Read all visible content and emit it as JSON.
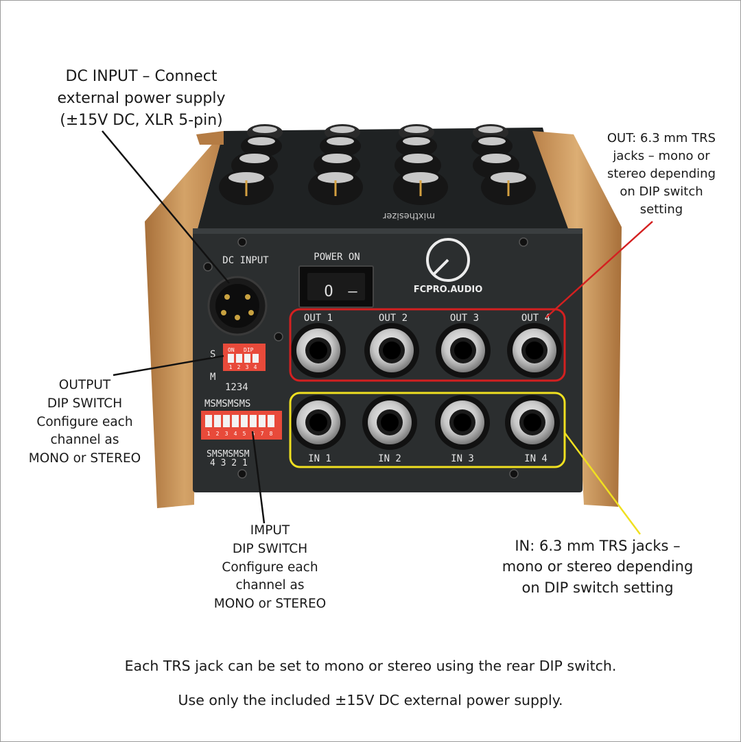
{
  "annotations": {
    "dc_input": [
      "DC INPUT – Connect",
      "external power supply",
      "(±15V DC, XLR 5-pin)"
    ],
    "out_jacks": [
      "OUT: 6.3 mm TRS",
      "jacks – mono or",
      "stereo depending",
      "on DIP switch",
      "setting"
    ],
    "output_dip": [
      "OUTPUT",
      "DIP SWITCH",
      "Configure each",
      "channel as",
      "MONO or STEREO"
    ],
    "input_dip": [
      "IMPUT",
      "DIP SWITCH",
      "Configure each",
      "channel as",
      "MONO or STEREO"
    ],
    "in_jacks": [
      "IN: 6.3 mm TRS jacks –",
      "mono or stereo depending",
      "on DIP switch setting"
    ]
  },
  "panel": {
    "dc_input_label": "DC INPUT",
    "power_label": "POWER ON",
    "switch_off": "O",
    "switch_on": "–",
    "brand": "FCPRO.AUDIO",
    "top_brand": "mixthesizer",
    "out_labels": [
      "OUT 1",
      "OUT 2",
      "OUT 3",
      "OUT 4"
    ],
    "in_labels": [
      "IN 1",
      "IN 2",
      "IN 3",
      "IN 4"
    ],
    "out_dip": {
      "top": "S",
      "bottom": "M",
      "on": "ON",
      "dip": "DIP",
      "positions": [
        "1",
        "2",
        "3",
        "4"
      ],
      "channels": "1234"
    },
    "in_dip": {
      "top": "MSMSMSMS",
      "positions": [
        "1",
        "2",
        "3",
        "4",
        "5",
        "6",
        "7",
        "8"
      ],
      "bottom": "SMSMSMSM",
      "channels": "4 3 2 1"
    }
  },
  "footer": {
    "line1": "Each TRS jack can be set to mono or stereo using the rear DIP switch.",
    "line2": "Use only the included ±15V DC external power supply."
  },
  "colors": {
    "out_highlight": "#d42020",
    "in_highlight": "#f0e020",
    "wood": "#c8955a",
    "panel": "#2a2d2e",
    "dip_red": "#e84a3a"
  }
}
